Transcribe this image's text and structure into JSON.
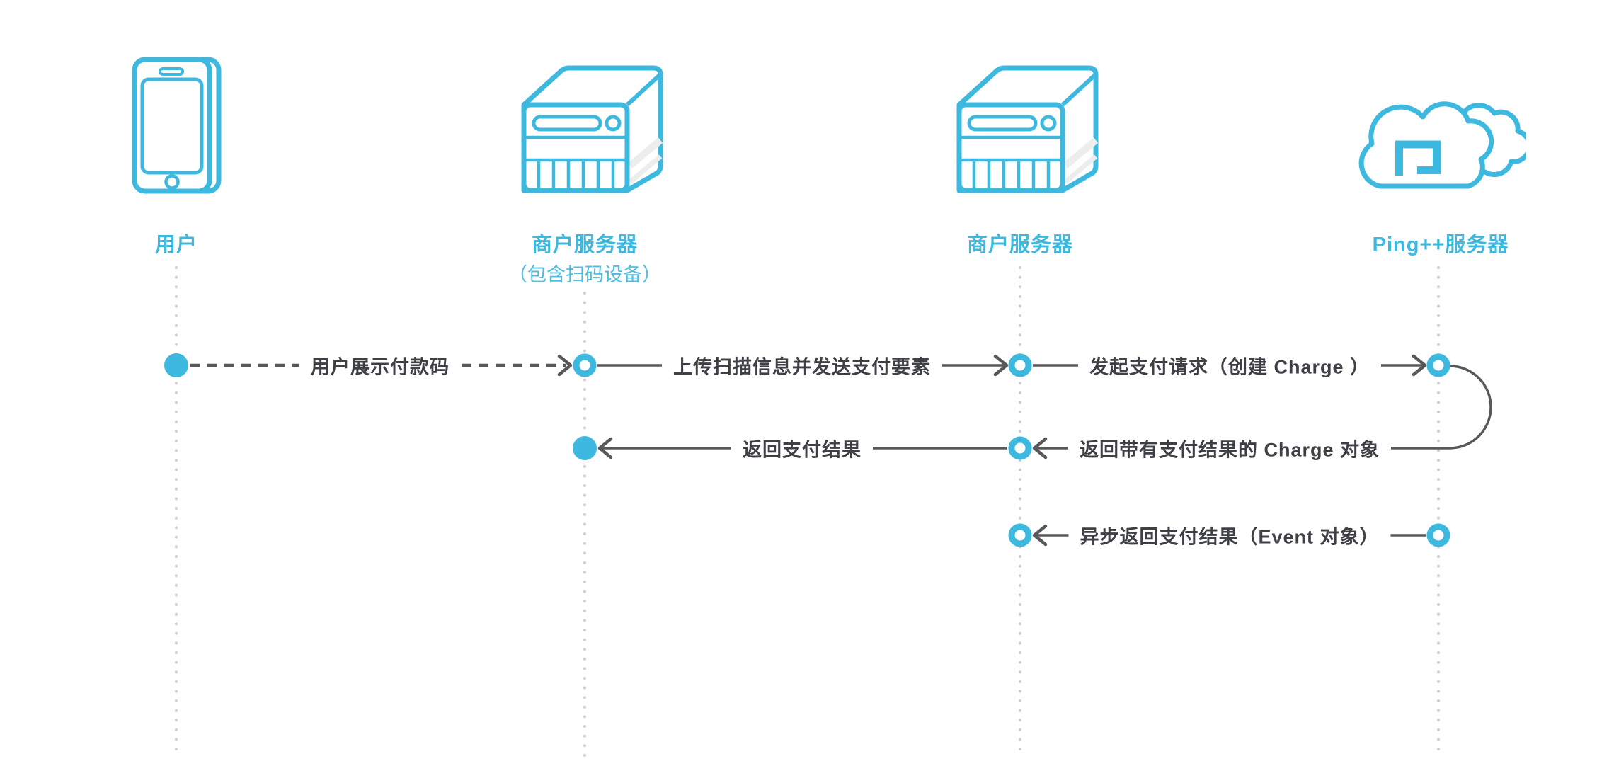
{
  "diagram_title": "Ping++ scan-code payment sequence diagram",
  "colors": {
    "accent_blue": "#3db8de",
    "arrow_gray": "#58585a",
    "label_text": "#3f4045",
    "lifeline_gray": "#cfcfcf"
  },
  "actors": [
    {
      "id": "user",
      "label": "用户",
      "sublabel": "",
      "icon": "smartphone-icon"
    },
    {
      "id": "merchant-server-1",
      "label": "商户服务器",
      "sublabel": "（包含扫码设备）",
      "icon": "server-icon"
    },
    {
      "id": "merchant-server-2",
      "label": "商户服务器",
      "sublabel": "",
      "icon": "server-icon"
    },
    {
      "id": "pingpp-server",
      "label": "Ping++服务器",
      "sublabel": "",
      "icon": "cloud-pingpp-icon"
    }
  ],
  "messages": [
    {
      "label": "用户展示付款码",
      "from": "user",
      "to": "merchant-server-1",
      "line": "dashed"
    },
    {
      "label": "上传扫描信息并发送支付要素",
      "from": "merchant-server-1",
      "to": "merchant-server-2",
      "line": "solid"
    },
    {
      "label": "发起支付请求（创建 Charge ）",
      "from": "merchant-server-2",
      "to": "pingpp-server",
      "line": "solid"
    },
    {
      "label": "返回支付结果",
      "from": "merchant-server-2",
      "to": "merchant-server-1",
      "line": "solid"
    },
    {
      "label": "返回带有支付结果的 Charge 对象",
      "from": "pingpp-server",
      "to": "merchant-server-2",
      "line": "solid-curve"
    },
    {
      "label": "异步返回支付结果（Event 对象）",
      "from": "pingpp-server",
      "to": "merchant-server-2",
      "line": "solid"
    }
  ]
}
